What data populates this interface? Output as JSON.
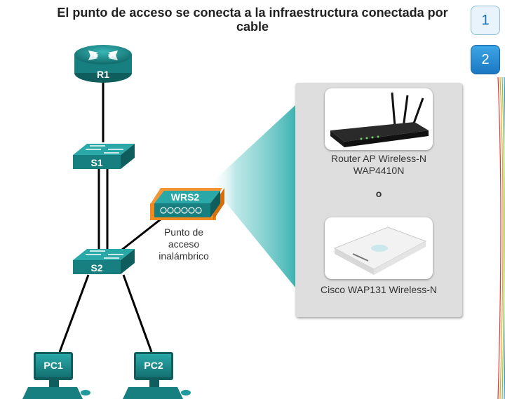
{
  "title": {
    "line1": "El punto de acceso se conecta a la infraestructura conectada por",
    "line2": "cable"
  },
  "devices": {
    "router": "R1",
    "switch1": "S1",
    "switch2": "S2",
    "wrs": "WRS2",
    "pc1": "PC1",
    "pc2": "PC2"
  },
  "wrs_caption": {
    "line1": "Punto de",
    "line2": "acceso",
    "line3": "inalámbrico"
  },
  "panel": {
    "product1": {
      "line1": "Router AP Wireless-N",
      "line2": "WAP4410N"
    },
    "separator": "o",
    "product2": {
      "line1": "Cisco WAP131 Wireless-N"
    }
  },
  "nav": {
    "page1": "1",
    "page2": "2",
    "active": "2"
  },
  "colors": {
    "device_teal": "#1e9a9a",
    "device_dark": "#136f6f",
    "wrs_glow": "#f28a1e",
    "beam": "#5fc4c4",
    "panel_bg": "#dedede"
  }
}
